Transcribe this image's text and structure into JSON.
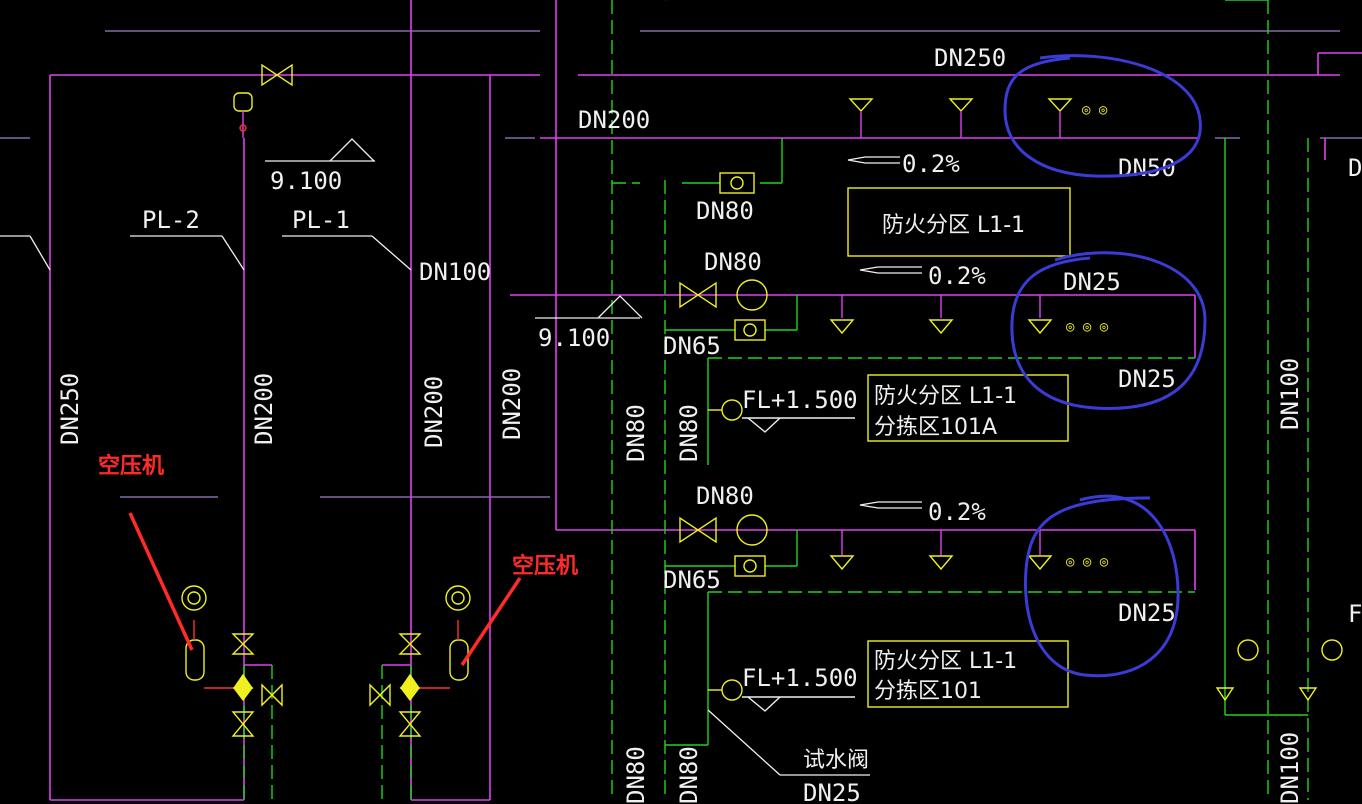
{
  "colors": {
    "background": "#000000",
    "pipe_magenta": "#e040f0",
    "pipe_green": "#1fd41f",
    "symbol_yellow": "#f0f020",
    "text_white": "#f0f0f0",
    "aux_line": "#c8a0ff",
    "annotation_red": "#ff2a2a",
    "markup_blue": "#3b3bd6"
  },
  "labels": {
    "dn250_top": "DN250",
    "dn200_main": "DN200",
    "dn50": "DN50",
    "dn80_a": "DN80",
    "dn80_b": "DN80",
    "dn80_c": "DN80",
    "dn65_a": "DN65",
    "dn65_b": "DN65",
    "dn25_a": "DN25",
    "dn25_b": "DN25",
    "dn25_c": "DN25",
    "dn25_d": "DN25",
    "dn100": "DN100",
    "elev_a": "9.100",
    "elev_b": "9.100",
    "pl2": "PL-2",
    "pl1": "PL-1",
    "slope_a": "0.2%",
    "slope_b": "0.2%",
    "slope_c": "0.2%",
    "fl_a": "FL+1.500",
    "fl_b": "FL+1.500",
    "box1": "防火分区 L1-1",
    "box2_l1": "防火分区 L1-1",
    "box2_l2": "分拣区101A",
    "box3_l1": "防火分区 L1-1",
    "box3_l2": "分拣区101",
    "test_valve": "试水阀",
    "compressor_a": "空压机",
    "compressor_b": "空压机",
    "dots": "◎ ◎",
    "dots3": "◎ ◎ ◎",
    "dots3b": "◎ ◎ ◎",
    "v_dn250": "DN250",
    "v_dn200_a": "DN200",
    "v_dn200_b": "DN200",
    "v_dn200_c": "DN200",
    "v_dn80_a": "DN80",
    "v_dn80_b": "DN80",
    "v_dn80_c": "DN80",
    "v_dn80_d": "DN80",
    "v_dn100_a": "DN100",
    "v_dn100_b": "DN100",
    "edge_d": "D",
    "edge_f": "F"
  }
}
